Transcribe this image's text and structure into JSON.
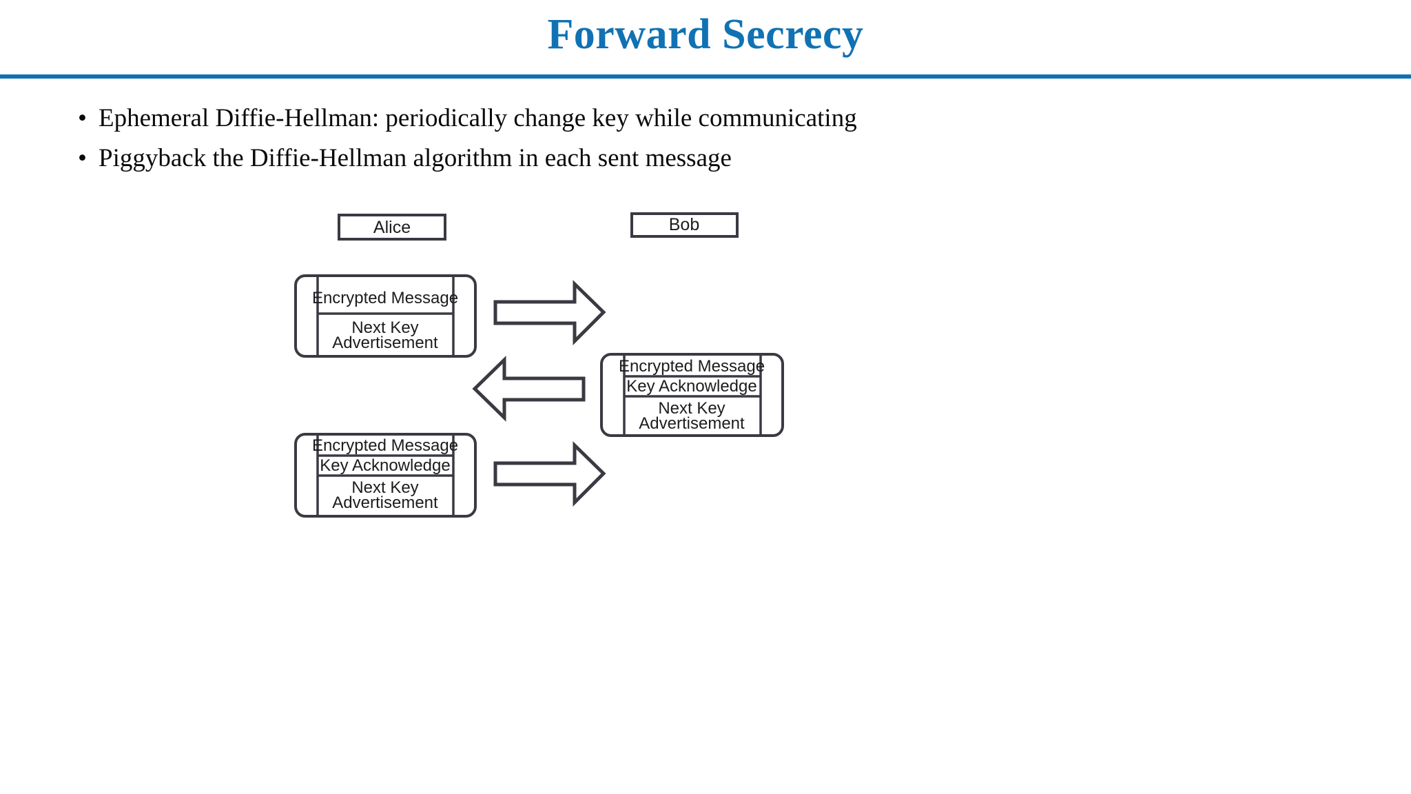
{
  "slide": {
    "title": "Forward Secrecy",
    "accent_color": "#1072b3",
    "background_color": "#ffffff",
    "stroke_color": "#3a3a42",
    "text_color": "#0a0a0a"
  },
  "bullets": [
    {
      "marker": "•",
      "text": "Ephemeral Diffie-Hellman: periodically change key while communicating"
    },
    {
      "marker": "•",
      "text": "Piggyback the Diffie-Hellman algorithm in each sent message"
    }
  ],
  "diagram": {
    "actors": [
      {
        "id": "alice",
        "label": "Alice"
      },
      {
        "id": "bob",
        "label": "Bob"
      }
    ],
    "packets": [
      {
        "id": "packet-1",
        "sender": "alice",
        "rows": [
          {
            "label": "Encrypted Message"
          },
          {
            "label_line1": "Next Key",
            "label_line2": "Advertisement"
          }
        ]
      },
      {
        "id": "packet-2",
        "sender": "bob",
        "rows": [
          {
            "label": "Encrypted Message"
          },
          {
            "label": "Key Acknowledge"
          },
          {
            "label_line1": "Next Key",
            "label_line2": "Advertisement"
          }
        ]
      },
      {
        "id": "packet-3",
        "sender": "alice",
        "rows": [
          {
            "label": "Encrypted Message"
          },
          {
            "label": "Key Acknowledge"
          },
          {
            "label_line1": "Next Key",
            "label_line2": "Advertisement"
          }
        ]
      }
    ],
    "arrows": [
      {
        "id": "arrow-1",
        "direction": "right",
        "from": "alice",
        "to": "bob"
      },
      {
        "id": "arrow-2",
        "direction": "left",
        "from": "bob",
        "to": "alice"
      },
      {
        "id": "arrow-3",
        "direction": "right",
        "from": "alice",
        "to": "bob"
      }
    ]
  }
}
